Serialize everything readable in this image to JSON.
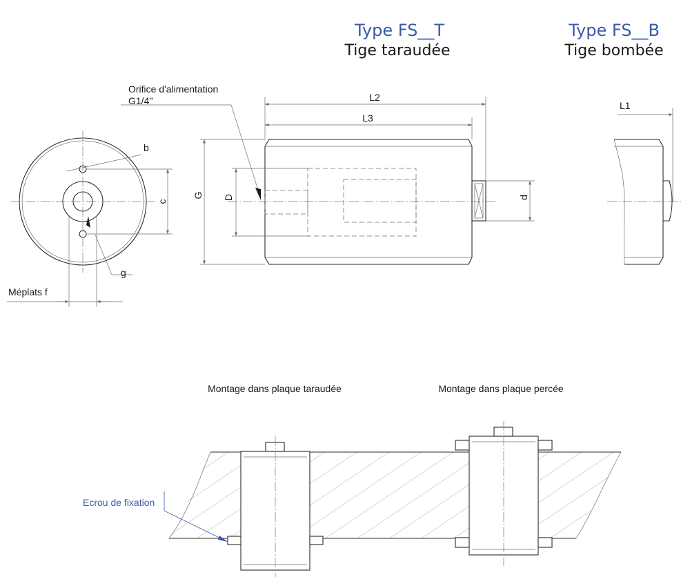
{
  "headers": {
    "type_t": {
      "title": "Type FS__T",
      "subtitle": "Tige taraudée"
    },
    "type_b": {
      "title": "Type FS__B",
      "subtitle": "Tige bombée"
    }
  },
  "labels": {
    "orifice_line1": "Orifice d'alimentation",
    "orifice_line2": "G1/4''",
    "b": "b",
    "c": "c",
    "g": "g",
    "meplats": "Méplats f",
    "L2": "L2",
    "L3": "L3",
    "L1": "L1",
    "G": "G",
    "D": "D",
    "d": "d"
  },
  "mounting": {
    "tapped": "Montage dans plaque taraudée",
    "drilled": "Montage dans plaque percée",
    "nut": "Ecrou de fixation"
  },
  "colors": {
    "accent": "#3a59a8",
    "line": "#2b2b2b"
  }
}
